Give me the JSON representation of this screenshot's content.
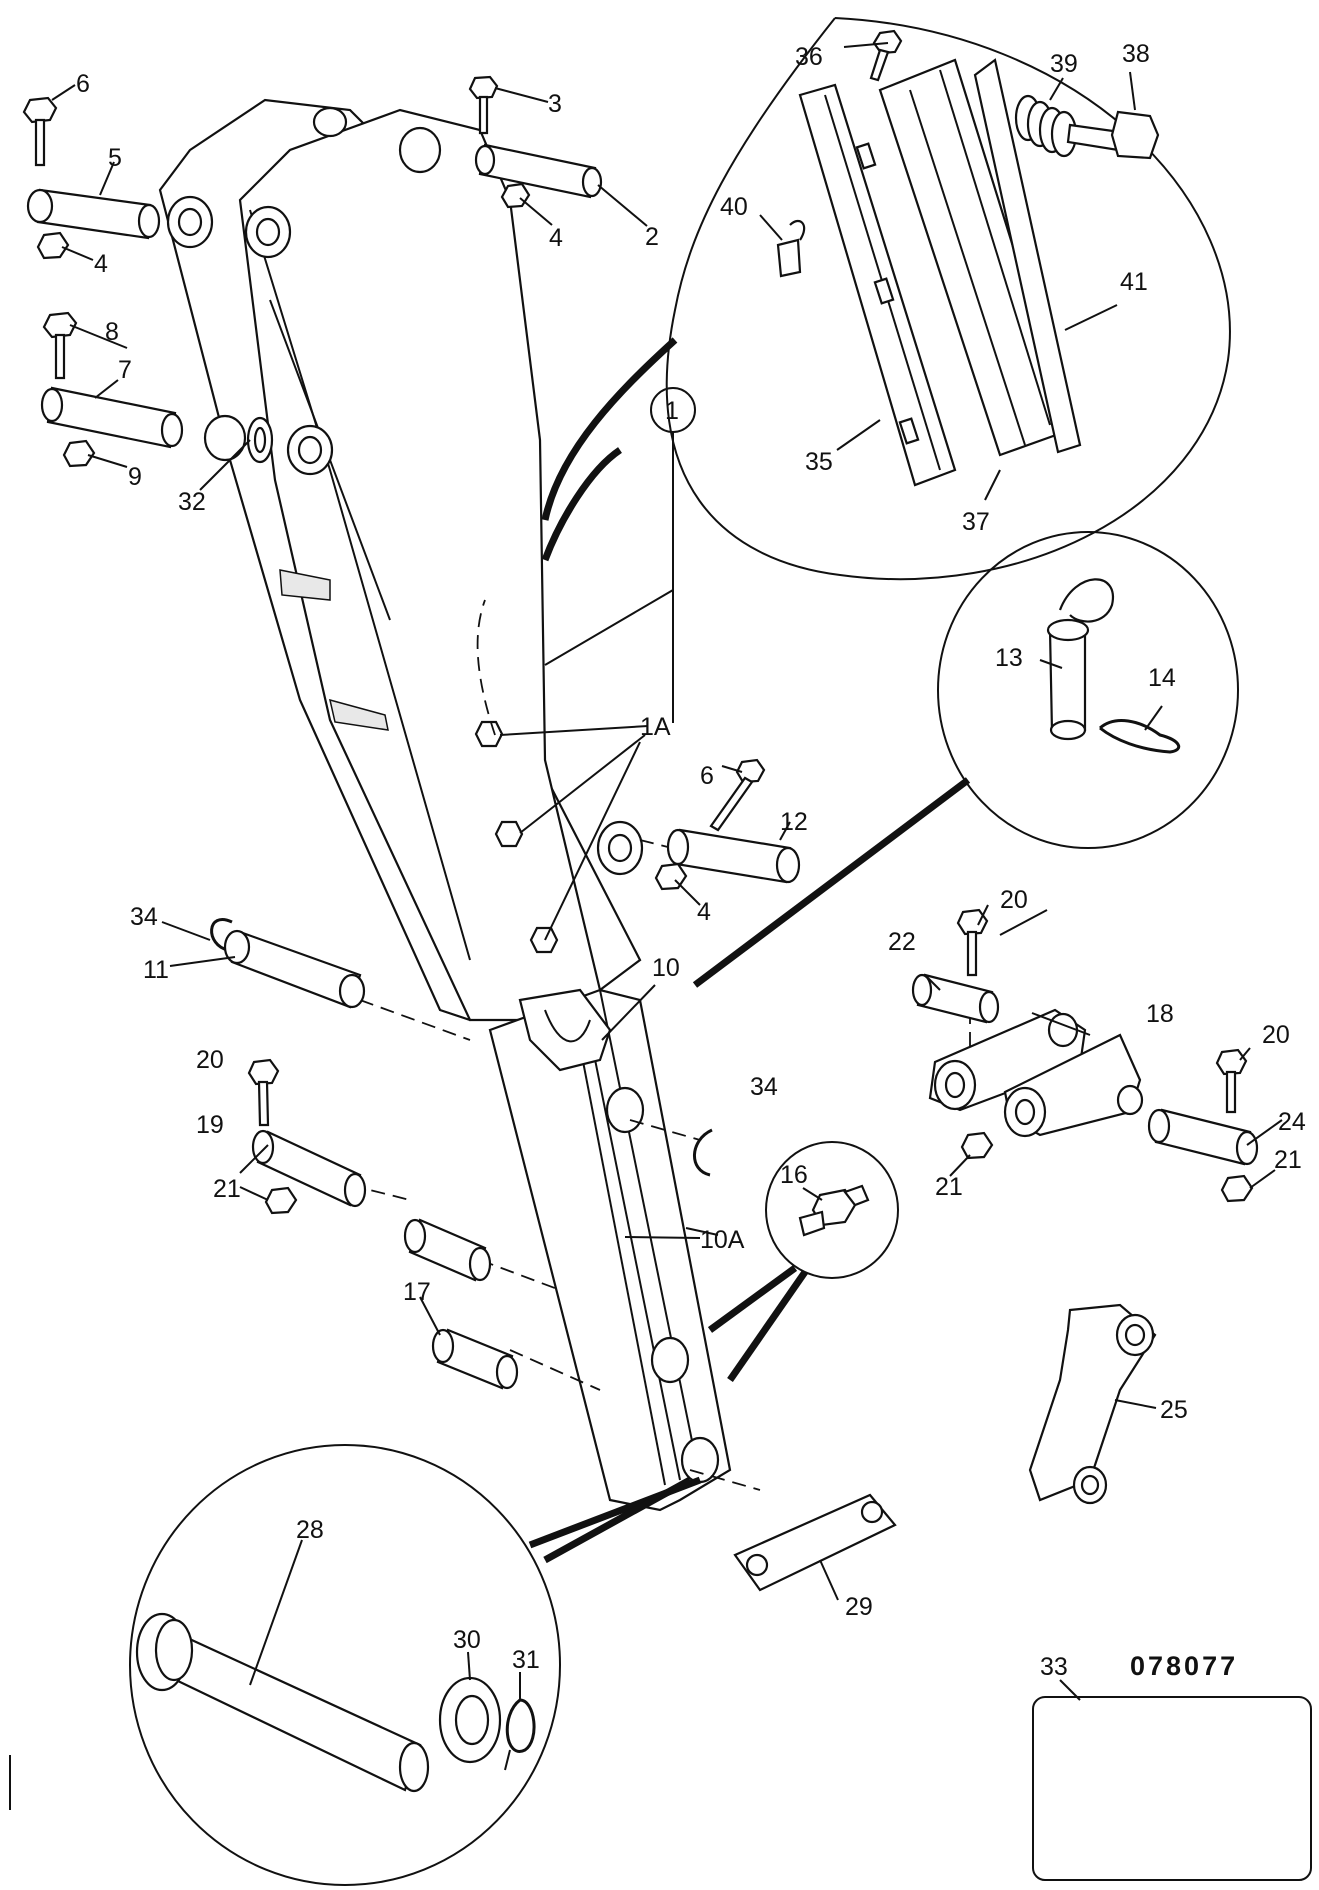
{
  "drawing_number": "078077",
  "callouts": {
    "c1": "1",
    "c1A": "1A",
    "c2": "2",
    "c3": "3",
    "c4a": "4",
    "c4b": "4",
    "c4c": "4",
    "c5": "5",
    "c6a": "6",
    "c6b": "6",
    "c7": "7",
    "c8": "8",
    "c9": "9",
    "c10": "10",
    "c10A": "10A",
    "c11": "11",
    "c12": "12",
    "c13": "13",
    "c14": "14",
    "c16": "16",
    "c17": "17",
    "c18": "18",
    "c19": "19",
    "c20a": "20",
    "c20b": "20",
    "c20c": "20",
    "c21a": "21",
    "c21b": "21",
    "c21c": "21",
    "c22": "22",
    "c24": "24",
    "c25": "25",
    "c28": "28",
    "c29": "29",
    "c30": "30",
    "c31": "31",
    "c32": "32",
    "c33": "33",
    "c34a": "34",
    "c34b": "34",
    "c35": "35",
    "c36": "36",
    "c37": "37",
    "c38": "38",
    "c39": "39",
    "c40": "40",
    "c41": "41"
  }
}
